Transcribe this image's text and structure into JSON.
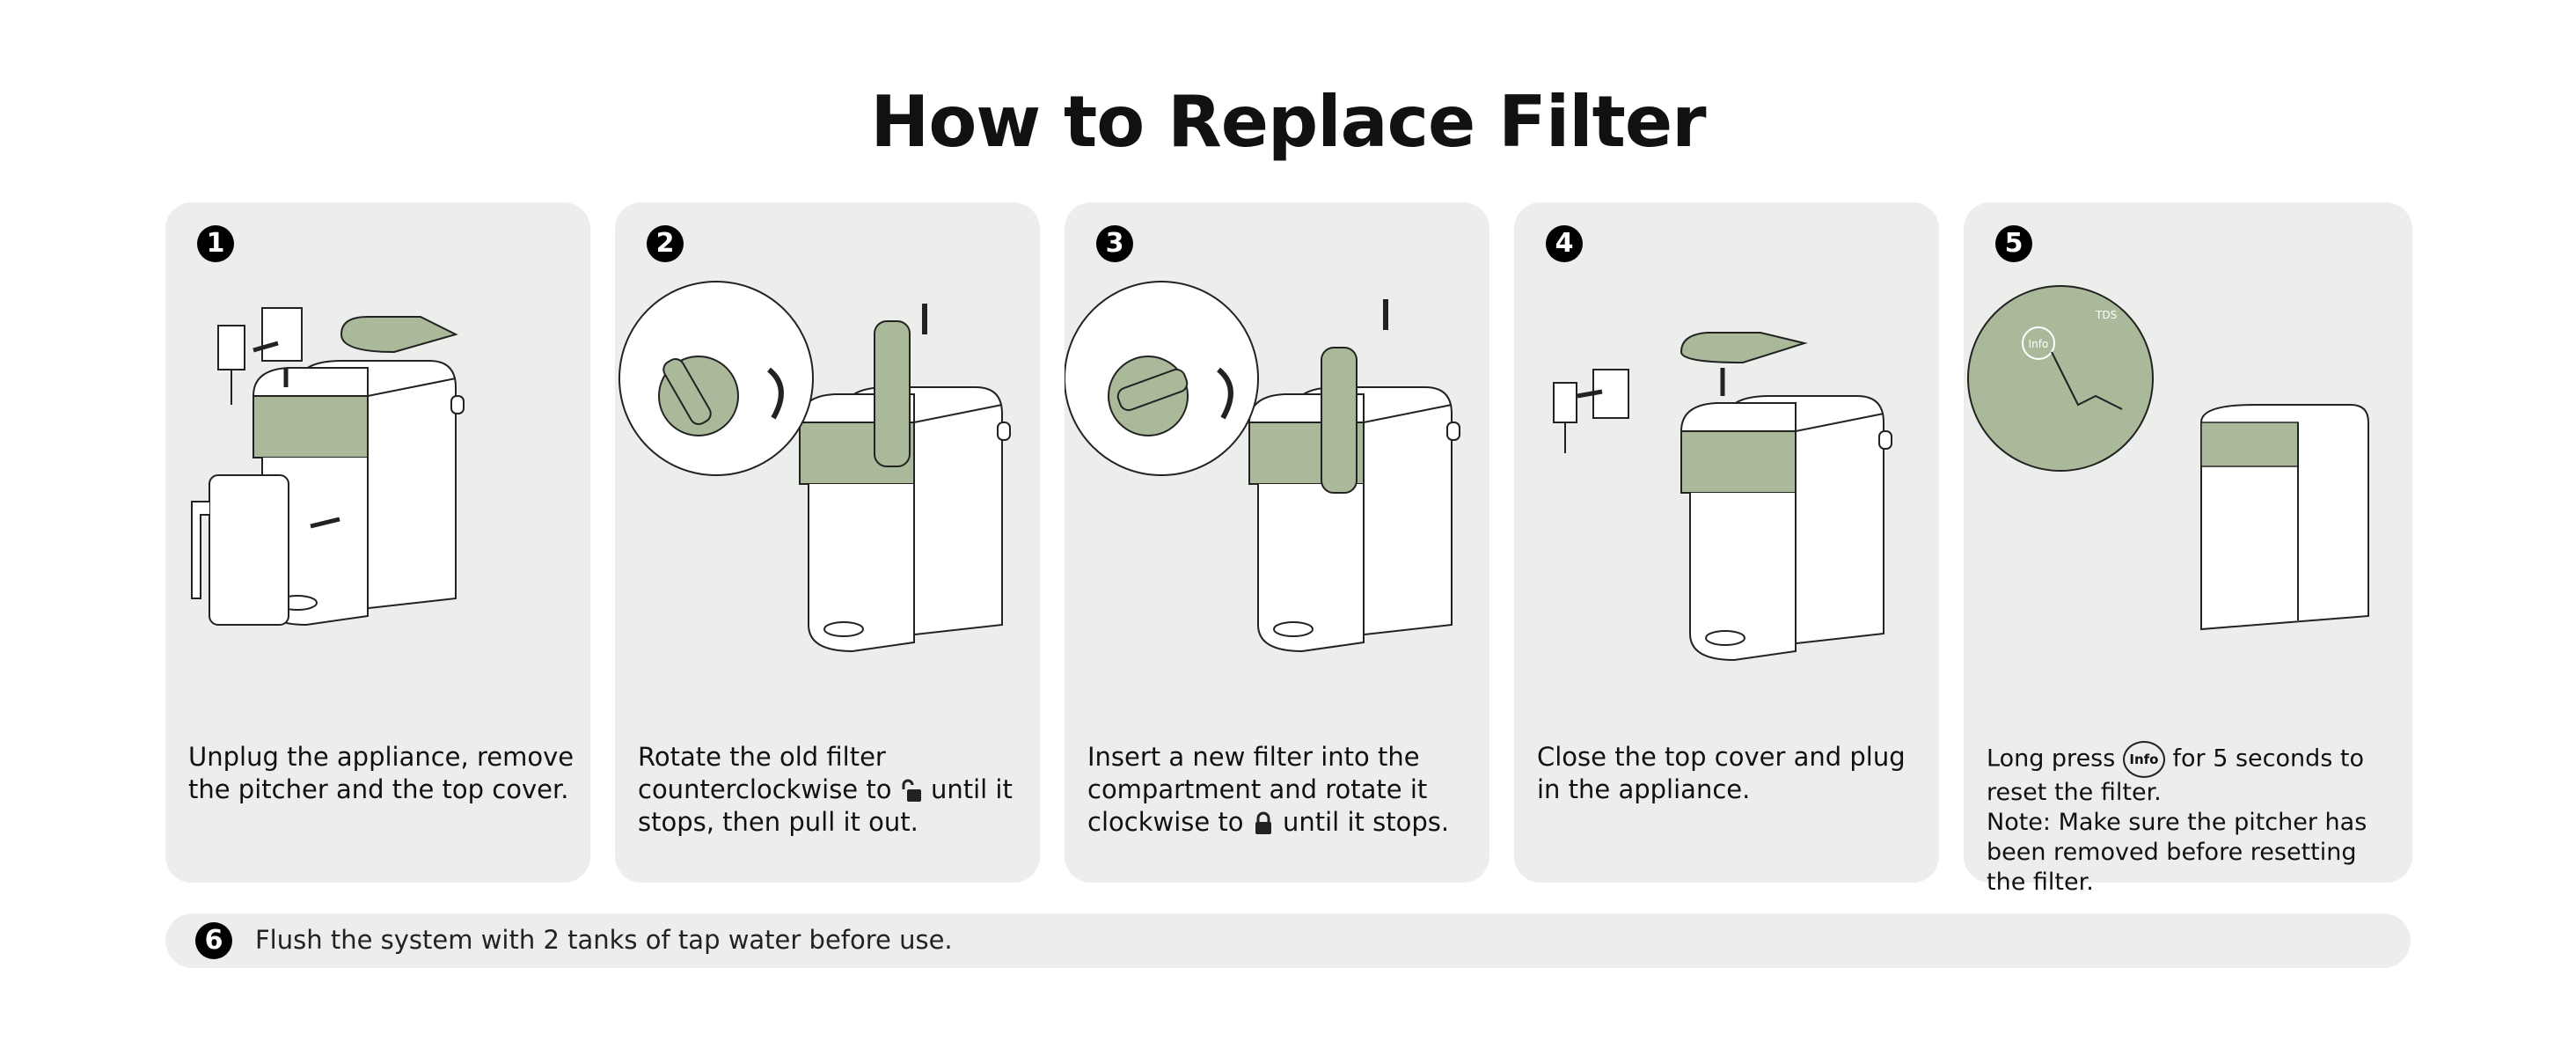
{
  "title": "How to Replace Filter",
  "colors": {
    "card_bg": "#eceeeb",
    "accent_green": "#a9b99a",
    "text": "#111111"
  },
  "steps": [
    {
      "number": "1",
      "text": "Unplug the appliance, remove the pitcher and the top cover."
    },
    {
      "number": "2",
      "text_before": "Rotate the old filter counterclockwise to",
      "icon": "unlock-icon",
      "text_after": "until it stops, then pull it out."
    },
    {
      "number": "3",
      "text_before": "Insert a new filter into the compartment and rotate it clockwise to",
      "icon": "lock-icon",
      "text_after": "until it stops."
    },
    {
      "number": "4",
      "text": "Close the top cover and plug in the appliance."
    },
    {
      "number": "5",
      "text_before": "Long press",
      "button_label": "Info",
      "text_after": "for 5 seconds to reset the filter.",
      "note": "Note: Make sure the pitcher has been removed before resetting the filter.",
      "display_label": "TDS"
    }
  ],
  "final_step": {
    "number": "6",
    "text": "Flush the system with 2 tanks of tap water before use."
  }
}
